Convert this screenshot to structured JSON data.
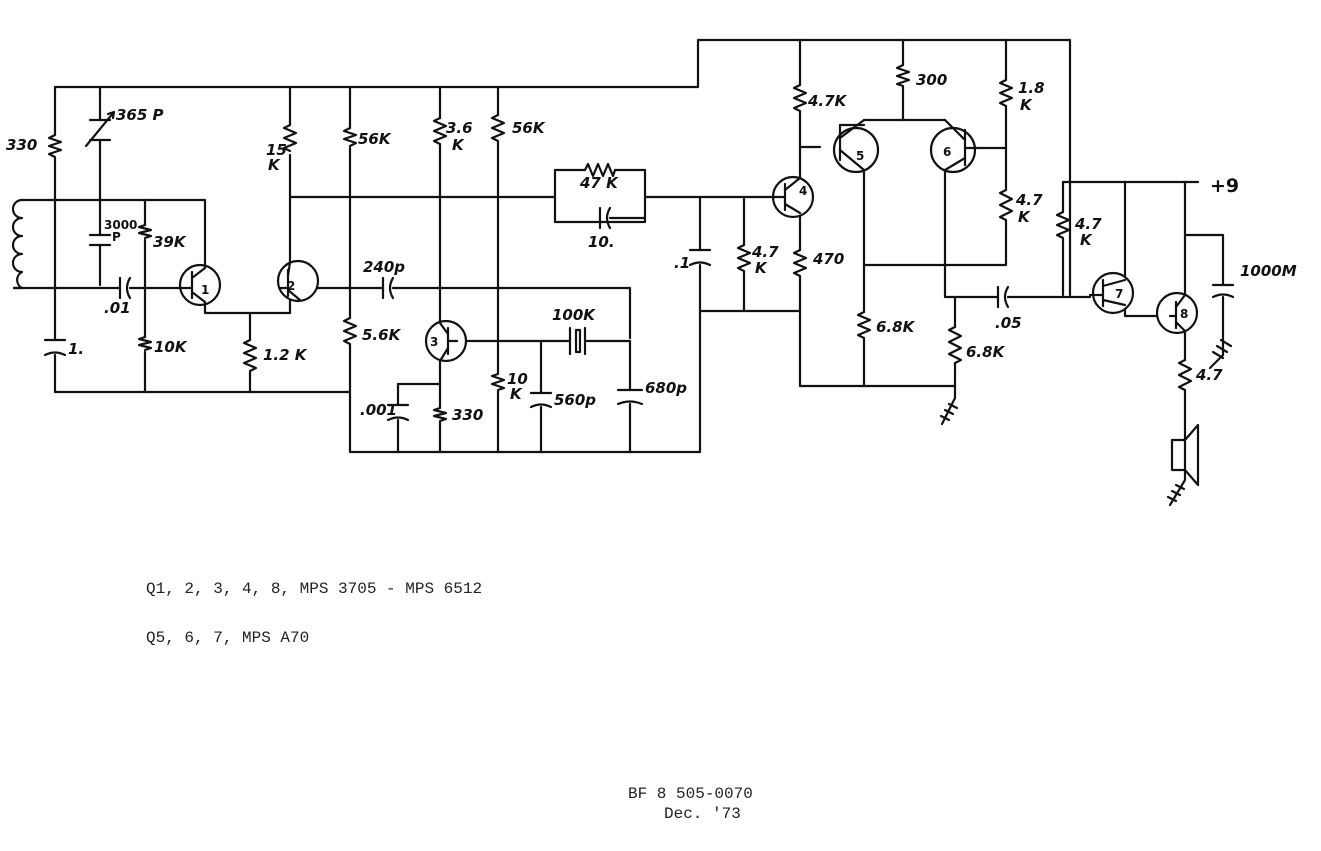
{
  "labels": {
    "r330": "330",
    "c365": "365 P",
    "c3000a": "3000",
    "c3000b": "P",
    "r39k": "39K",
    "c01": ".01",
    "r10k": "10K",
    "c1": "1.",
    "r15ka": "15",
    "r15kb": "K",
    "r12k": "1.2 K",
    "r56ka": "56K",
    "r56kb": "56K",
    "r36ka": "3.6",
    "r36kb": "K",
    "r56k_2": "5.6K",
    "c240": "240p",
    "c001": ".001",
    "r330b": "330",
    "r10kba": "10",
    "r10kbb": "K",
    "c560": "560p",
    "c680": "680p",
    "r47k": "47 K",
    "c10": "10.",
    "x100k": "100K",
    "c_1": ".1",
    "r47_1a": "4.7",
    "r47_1b": "K",
    "r470": "470",
    "r47k_top": "4.7K",
    "r300": "300",
    "r18a": "1.8",
    "r18b": "K",
    "r47_2a": "4.7",
    "r47_2b": "K",
    "r68k_a": "6.8K",
    "r68k_b": "6.8K",
    "c05": ".05",
    "plus9": "+9",
    "r47_3a": "4.7",
    "r47_3b": "K",
    "c1000": "1000M",
    "r47_4": "4.7"
  },
  "transistors": {
    "q1": "1",
    "q2": "2",
    "q3": "3",
    "q4": "4",
    "q5": "5",
    "q6": "6",
    "q7": "7",
    "q8": "8"
  },
  "notes": {
    "line1": "Q1, 2, 3, 4, 8, MPS 3705 - MPS 6512",
    "line2": "Q5, 6, 7, MPS A70",
    "ref": "BF 8 505-0070",
    "date": "Dec. '73"
  }
}
